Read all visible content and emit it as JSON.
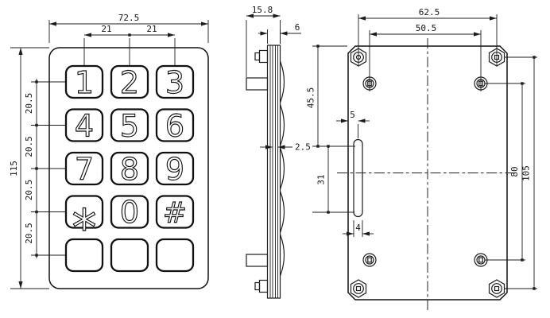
{
  "front": {
    "keys": [
      "1",
      "2",
      "3",
      "4",
      "5",
      "6",
      "7",
      "8",
      "9",
      "*",
      "0",
      "#"
    ],
    "dims": {
      "overall_width": "72.5",
      "col_pitch_left": "21",
      "col_pitch_right": "21",
      "overall_height": "115",
      "row_pitch_1": "20.5",
      "row_pitch_2": "20.5",
      "row_pitch_3": "20.5",
      "row_pitch_4": "20.5"
    }
  },
  "side": {
    "dims": {
      "overall_depth": "15.8",
      "panel_thickness": "6",
      "pcb_thickness": "2.5"
    }
  },
  "back": {
    "dims": {
      "stud_span_width": "62.5",
      "hole_span_width": "50.5",
      "slot_top_offset": "45.5",
      "slot_center_from_edge": "5",
      "slot_length": "31",
      "slot_width": "4",
      "hole_span_height": "80",
      "stud_span_height": "105"
    }
  },
  "colors": {
    "line": "#1c1c1c",
    "background": "#ffffff"
  }
}
